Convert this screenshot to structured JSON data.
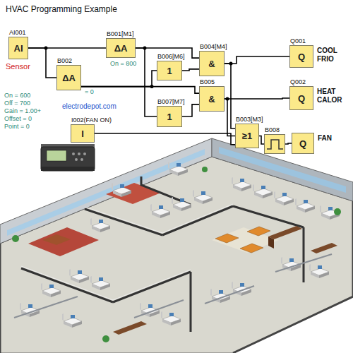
{
  "diagram": {
    "title": "HVAC Programming Example",
    "nodes": [
      {
        "text": [
          "AI001",
          "AI"
        ]
      },
      {
        "text": [
          "B001[M1]",
          "ΔA"
        ]
      },
      {
        "text": [
          "B002",
          "ΔA"
        ]
      },
      {
        "text": [
          "B004[M4]",
          "&"
        ]
      },
      {
        "text": [
          "B006[M6]",
          "1"
        ]
      },
      {
        "text": [
          "B005",
          "&"
        ]
      },
      {
        "text": [
          "B007[M7]",
          "1"
        ]
      },
      {
        "text": [
          "I002(FAN ON)",
          "I"
        ]
      },
      {
        "text": [
          "B003[M3]",
          "≥1"
        ]
      },
      {
        "text": [
          "B008"
        ]
      },
      {
        "text": [
          "Q001",
          "Q",
          "COOL FRIO"
        ]
      },
      {
        "text": [
          "Q002",
          "Q",
          "HEAT CALOR"
        ]
      },
      {
        "text": [
          "Q",
          "FAN"
        ]
      }
    ],
    "edges": [
      {
        "from": 0,
        "to": 1,
        "arrow": "none"
      },
      {
        "from": 0,
        "to": 2,
        "arrow": "none"
      },
      {
        "from": 1,
        "to": 3,
        "arrow": "none"
      },
      {
        "from": 1,
        "to": 6,
        "arrow": "none"
      },
      {
        "from": 2,
        "to": 4,
        "arrow": "none"
      },
      {
        "from": 2,
        "to": 5,
        "arrow": "none"
      },
      {
        "from": 4,
        "to": 3,
        "arrow": "none"
      },
      {
        "from": 6,
        "to": 5,
        "arrow": "none"
      },
      {
        "from": 3,
        "to": 10,
        "arrow": "none"
      },
      {
        "from": 5,
        "to": 11,
        "arrow": "none"
      },
      {
        "from": 3,
        "to": 8,
        "arrow": "none"
      },
      {
        "from": 5,
        "to": 8,
        "arrow": "none"
      },
      {
        "from": 7,
        "to": 8,
        "arrow": "none"
      },
      {
        "from": 8,
        "to": 9,
        "arrow": "none"
      },
      {
        "from": 9,
        "to": 12,
        "arrow": "none"
      }
    ],
    "labels": [
      "Sensor",
      "On = 800",
      "= 0",
      "On = 600",
      "Off = 700",
      "Gain = 1.00+",
      "Offset = 0",
      "Point = 0",
      "electrodepot.com"
    ]
  }
}
